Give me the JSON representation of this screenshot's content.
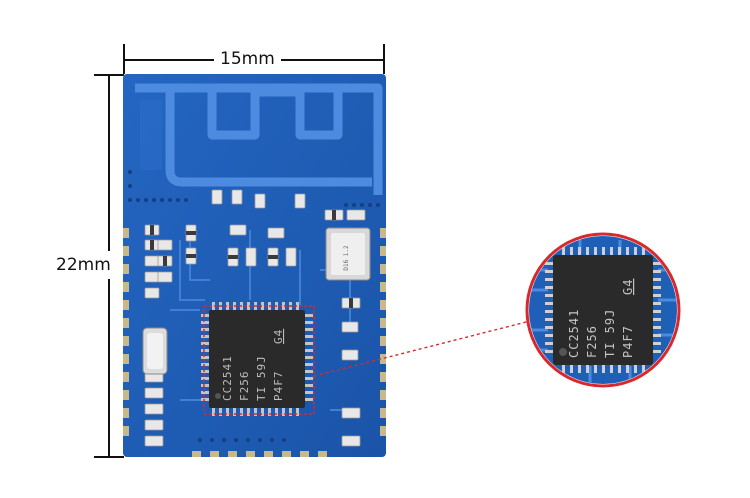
{
  "dimensions": {
    "width_label": "15mm",
    "height_label": "22mm"
  },
  "chip": {
    "marking_line1": "CC2541",
    "marking_line2": "F256",
    "marking_line3": "TI 59J",
    "marking_line4": "P4F7",
    "marking_suffix": "G4"
  },
  "crystal": {
    "marking": "D16 1.2"
  },
  "colors": {
    "pcb_blue": "#1f5fb8",
    "pcb_dark": "#174a96",
    "trace": "#3f7fd6",
    "chip_body": "#2a2a2a",
    "highlight_red": "#d9282b",
    "pad_gold": "#c9b98a"
  }
}
